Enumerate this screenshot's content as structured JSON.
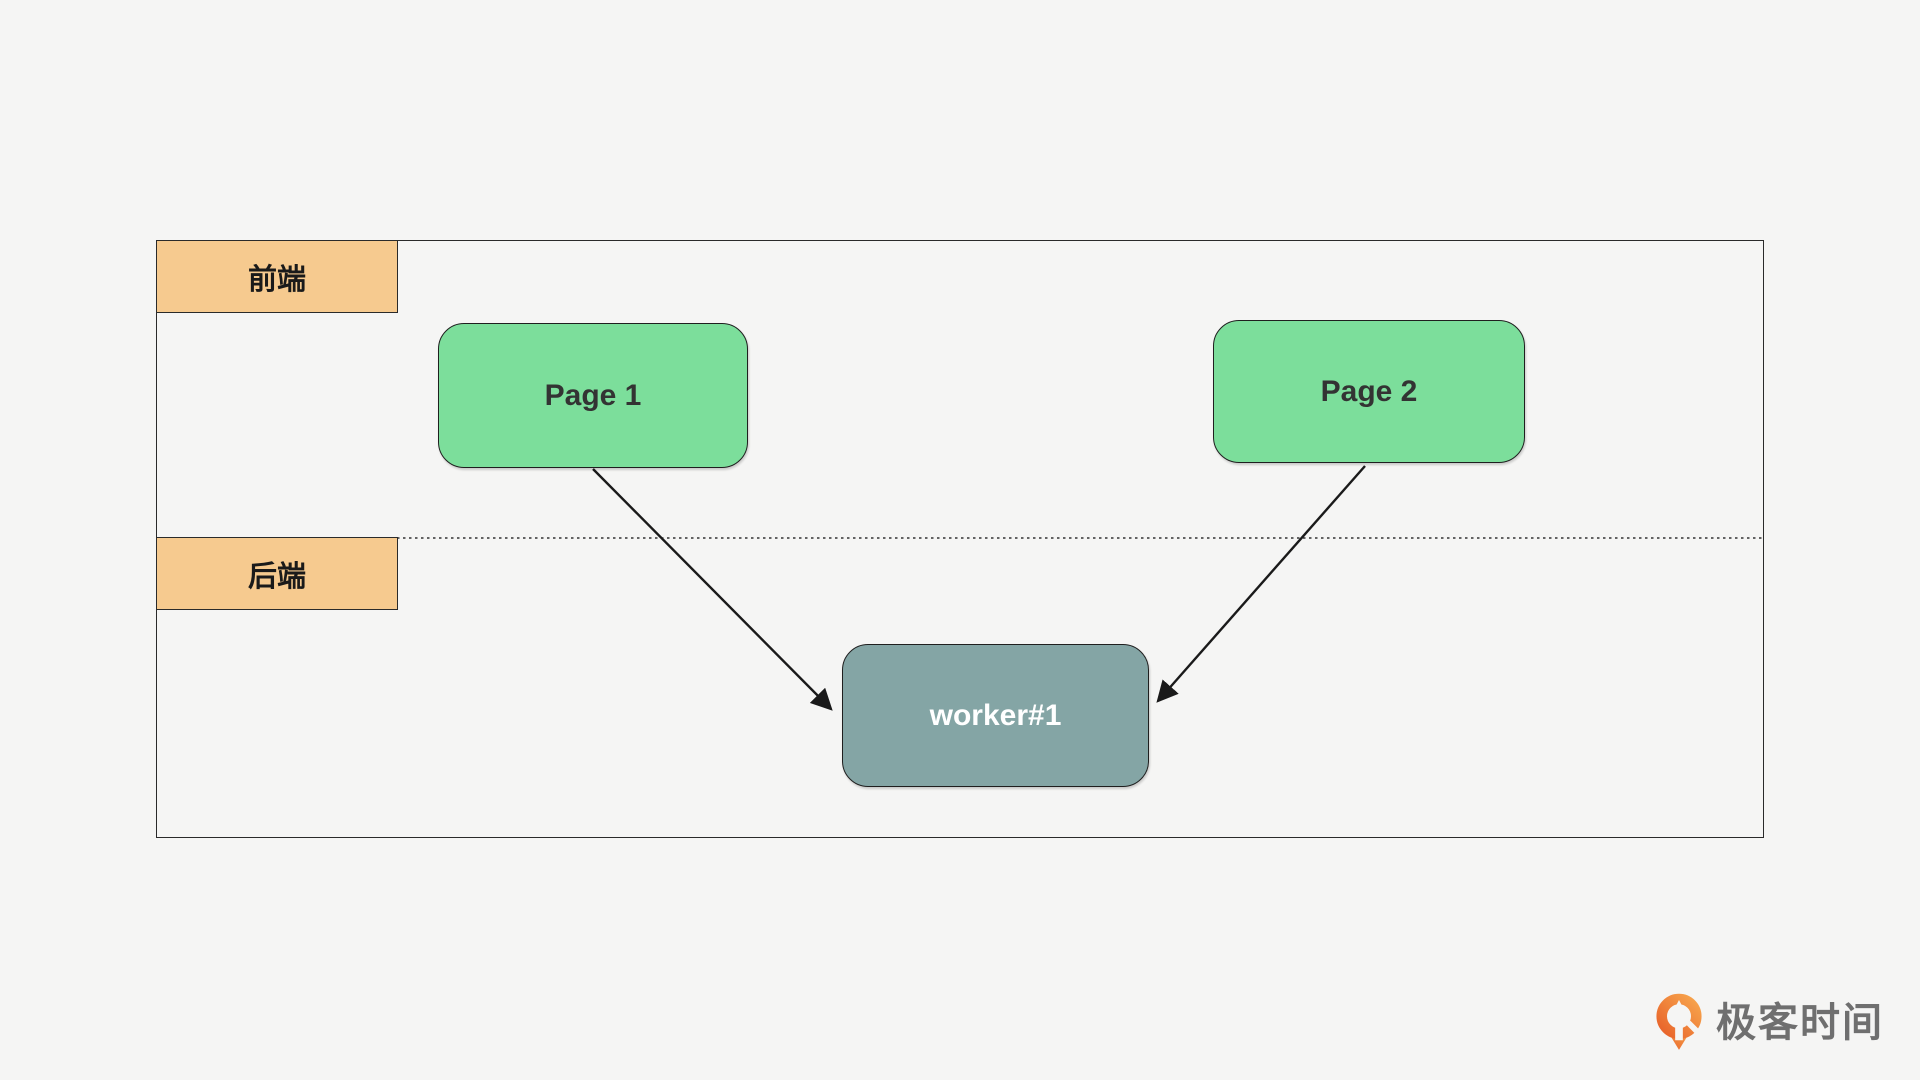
{
  "diagram": {
    "lanes": [
      {
        "id": "frontend",
        "label": "前端"
      },
      {
        "id": "backend",
        "label": "后端"
      }
    ],
    "nodes": [
      {
        "id": "page1",
        "label": "Page 1",
        "lane": "frontend"
      },
      {
        "id": "page2",
        "label": "Page 2",
        "lane": "frontend"
      },
      {
        "id": "worker1",
        "label": "worker#1",
        "lane": "backend"
      }
    ],
    "edges": [
      {
        "from": "page1",
        "to": "worker1",
        "style": "solid-arrow"
      },
      {
        "from": "page2",
        "to": "worker1",
        "style": "solid-arrow"
      }
    ]
  },
  "logo": {
    "text": "极客时间",
    "icon": "geektime-pin-arrow-icon"
  },
  "colors": {
    "bg": "#F5F5F4",
    "lane_fill": "#F6CA8F",
    "page_fill": "#7CDE9B",
    "worker_fill": "#84A5A5",
    "stroke": "#2A2A2A",
    "node_text_dark": "#333333",
    "node_text_light": "#FFFFFF",
    "logo_text": "#6F6F6F",
    "logo_orange_dark": "#E8632A",
    "logo_orange_light": "#F7A44C"
  }
}
